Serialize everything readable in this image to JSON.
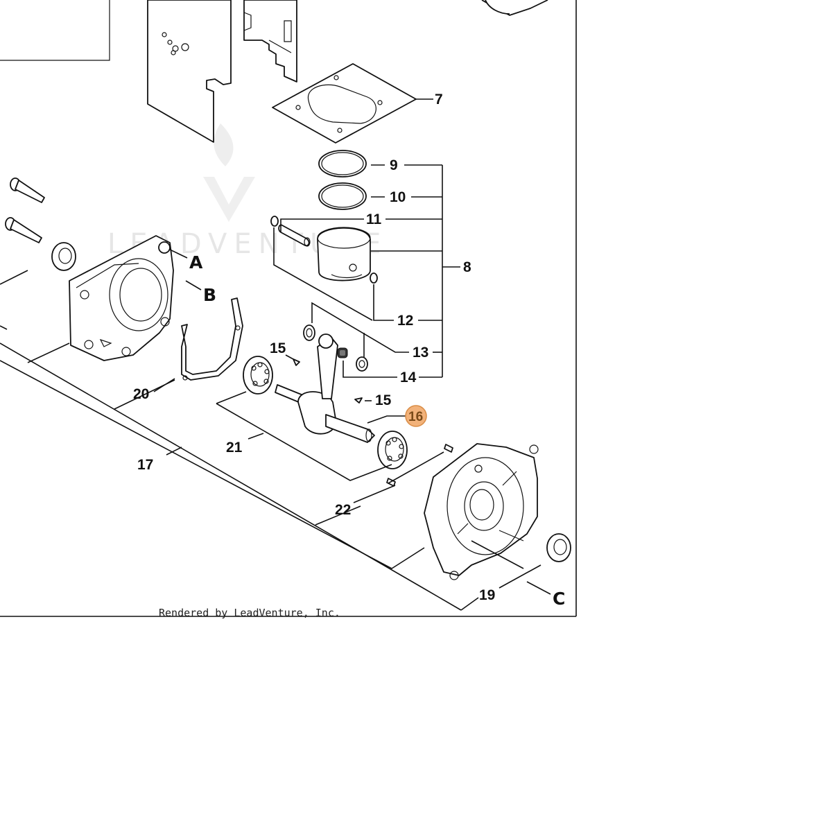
{
  "diagram": {
    "watermark": "LEADVENTURE",
    "credit": "Rendered by LeadVenture, Inc.",
    "highlight_color": "#f2b27a",
    "highlighted_part": "16",
    "callouts": {
      "p7": "7",
      "p8": "8",
      "p9": "9",
      "p10": "10",
      "p11": "11",
      "p12": "12",
      "p13": "13",
      "p14": "14",
      "p15a": "15",
      "p15b": "15",
      "p16": "16",
      "p17": "17",
      "p19": "19",
      "p20": "20",
      "p21": "21",
      "p22": "22",
      "refA": "A",
      "refB": "B",
      "refC": "C"
    }
  }
}
